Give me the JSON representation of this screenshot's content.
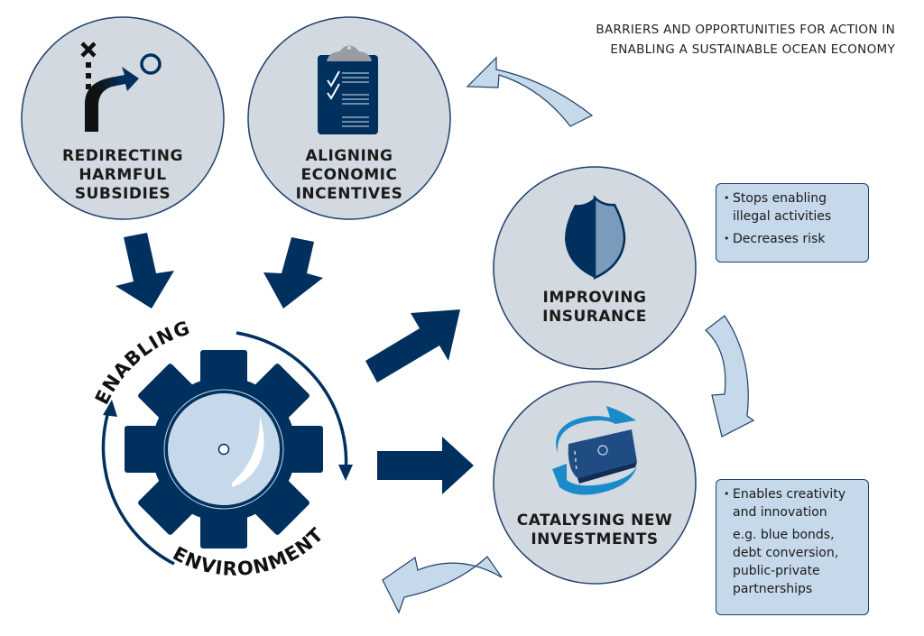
{
  "title": {
    "line1": "BARRIERS AND OPPORTUNITIES FOR ACTION IN",
    "line2": "ENABLING A SUSTAINABLE OCEAN ECONOMY"
  },
  "nodes": {
    "redirecting": {
      "line1": "REDIRECTING",
      "line2": "HARMFUL",
      "line3": "SUBSIDIES",
      "icon": "redirect-arrow-icon"
    },
    "aligning": {
      "line1": "ALIGNING",
      "line2": "ECONOMIC",
      "line3": "INCENTIVES",
      "icon": "clipboard-checklist-icon"
    },
    "insurance": {
      "line1": "IMPROVING",
      "line2": "INSURANCE",
      "icon": "shield-icon"
    },
    "investments": {
      "line1": "CATALYSING NEW",
      "line2": "INVESTMENTS",
      "icon": "banknote-cycle-icon"
    }
  },
  "enabling_environment": {
    "top_text": "ENABLING",
    "bottom_text": "ENVIRONMENT",
    "icon": "gear-icon"
  },
  "info_boxes": {
    "insurance": {
      "bullets": [
        "Stops enabling illegal activities",
        "Decreases risk"
      ]
    },
    "investments": {
      "bullets": [
        "Enables creativity and innovation"
      ],
      "note": "e.g. blue bonds, debt conversion, public-private partnerships"
    }
  },
  "colors": {
    "navy": "#00305e",
    "circle_fill": "#d3d9e0",
    "light_blue": "#c5d9ea",
    "bright_blue": "#1a8ac9",
    "shield_light": "#7b9bbd"
  }
}
